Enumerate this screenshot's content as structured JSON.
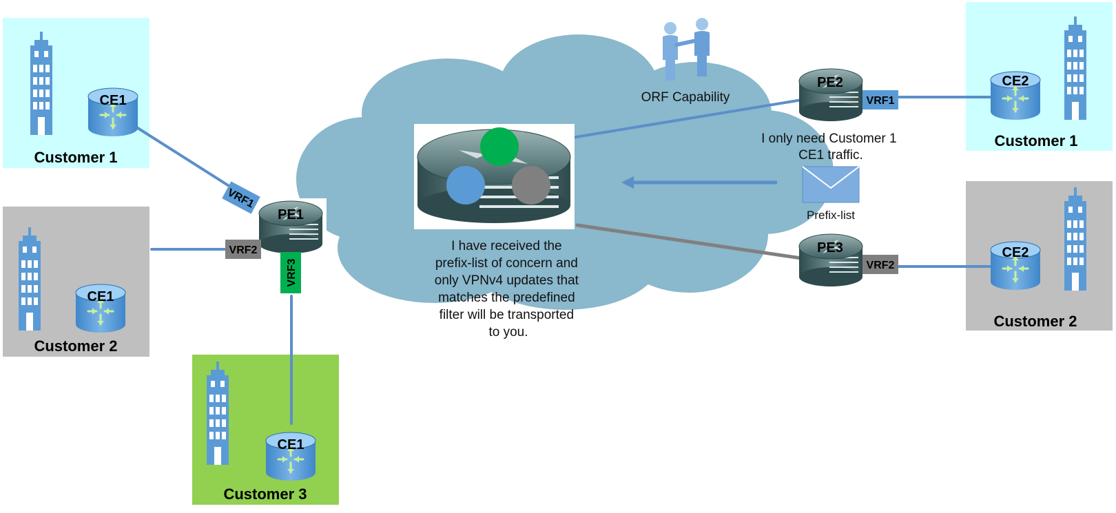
{
  "left": {
    "customer1": {
      "label": "Customer 1",
      "ce": "CE1",
      "vrf": "VRF1"
    },
    "customer2": {
      "label": "Customer 2",
      "ce": "CE1",
      "vrf": "VRF2"
    },
    "customer3": {
      "label": "Customer 3",
      "ce": "CE1",
      "vrf": "VRF3"
    },
    "pe": "PE1"
  },
  "right": {
    "customer1": {
      "label": "Customer 1",
      "ce": "CE2",
      "vrf": "VRF1",
      "pe": "PE2"
    },
    "customer2": {
      "label": "Customer 2",
      "ce": "CE2",
      "vrf": "VRF2",
      "pe": "PE3"
    }
  },
  "orf_label": "ORF Capability",
  "pe2_message": [
    "I only need Customer 1",
    "CE1 traffic."
  ],
  "prefix_list_label": "Prefix-list",
  "rr_message": [
    "I have received the",
    "prefix-list of concern and",
    "only VPNv4 updates that",
    "matches the predefined",
    "filter will be transported",
    "to you."
  ],
  "colors": {
    "customer1_bg": "#ccffff",
    "customer2_bg": "#bfbfbf",
    "customer3_bg": "#92d050",
    "cloud": "#8ab8cc",
    "link": "#5b8fc9",
    "link_gray": "#808080",
    "vrf1": "#5b9bd5",
    "vrf2": "#7f7f7f",
    "vrf3": "#00b050",
    "dot_green": "#00b050",
    "dot_blue": "#5b9bd5",
    "dot_gray": "#808080",
    "envelope": "#7eaee0"
  },
  "icons": [
    "building-icon",
    "ce-router-icon",
    "pe-router-icon",
    "route-reflector-icon",
    "handshake-icon",
    "envelope-icon",
    "arrow-left-icon"
  ]
}
